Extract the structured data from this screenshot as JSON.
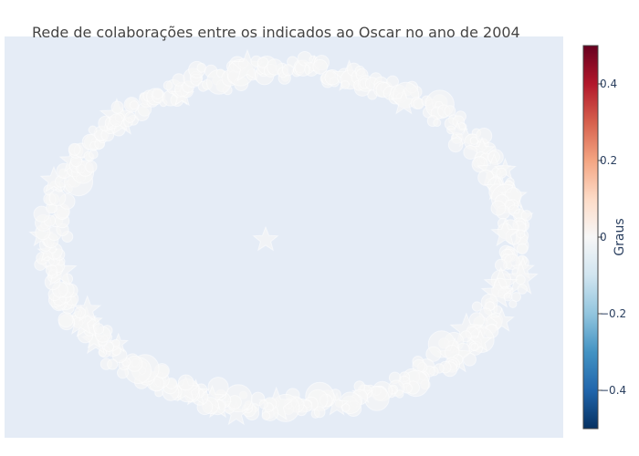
{
  "chart_data": {
    "type": "scatter",
    "title": "Rede de colaborações entre os indicados ao Oscar no ano de 2004",
    "xlabel": "",
    "ylabel": "",
    "grid": false,
    "plot_background": "#e5ecf6",
    "marker_color": "#f7f7f7",
    "marker_opacity": 0.7,
    "marker_symbols": [
      "circle",
      "star"
    ],
    "colorbar": {
      "title": "Graus",
      "colorscale": "RdBu",
      "range": [
        -0.5,
        0.5
      ],
      "ticks": [
        {
          "value": 0.4,
          "label": "0.4"
        },
        {
          "value": 0.2,
          "label": "0.2"
        },
        {
          "value": 0,
          "label": "0"
        },
        {
          "value": -0.2,
          "label": "−0.2"
        },
        {
          "value": -0.4,
          "label": "−0.4"
        }
      ],
      "colors": [
        "#67001f",
        "#b2182b",
        "#d6604d",
        "#f4a582",
        "#fddbc7",
        "#f7f7f7",
        "#d1e5f0",
        "#92c5de",
        "#4393c3",
        "#2166ac",
        "#053061"
      ]
    }
  }
}
